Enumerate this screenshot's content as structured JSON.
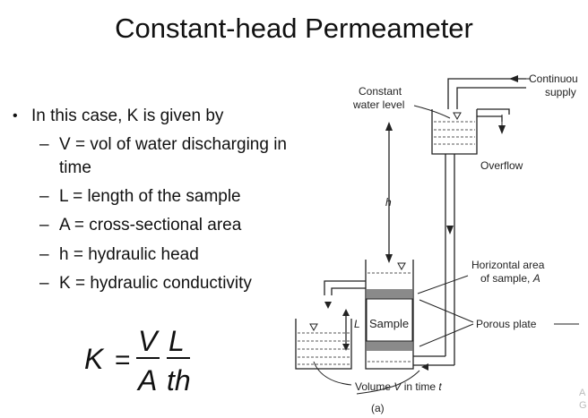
{
  "slide": {
    "title": "Constant-head Permeameter",
    "intro": "In this case, K is given by",
    "definitions": [
      "V = vol of water discharging in",
      "time",
      "L = length of the sample",
      "A = cross-sectional area",
      "h = hydraulic head",
      "K = hydraulic conductivity"
    ],
    "formula": {
      "lhs": "K",
      "equals": "=",
      "num1": "V",
      "num2": "L",
      "den1": "A",
      "den2": "th"
    }
  },
  "diagram": {
    "labels": {
      "constant_water_level_1": "Constant",
      "constant_water_level_2": "water level",
      "continuous_supply_1": "Continuou",
      "continuous_supply_2": "supply",
      "overflow": "Overflow",
      "h": "h",
      "horizontal_area_1": "Horizontal area",
      "horizontal_area_2": "of sample,",
      "horizontal_area_var": "A",
      "porous_plate": "Porous plate",
      "sample": "Sample",
      "L": "L",
      "volume_1": "Volume",
      "volume_V": "V",
      "volume_2": "in time",
      "volume_t": "t",
      "caption": "(a)"
    },
    "edge_fragments": [
      "A",
      "G"
    ]
  },
  "colors": {
    "text": "#111111",
    "diagram_line": "#222222",
    "plate_gray": "#8a8a8a",
    "water_dash": "#555555"
  }
}
